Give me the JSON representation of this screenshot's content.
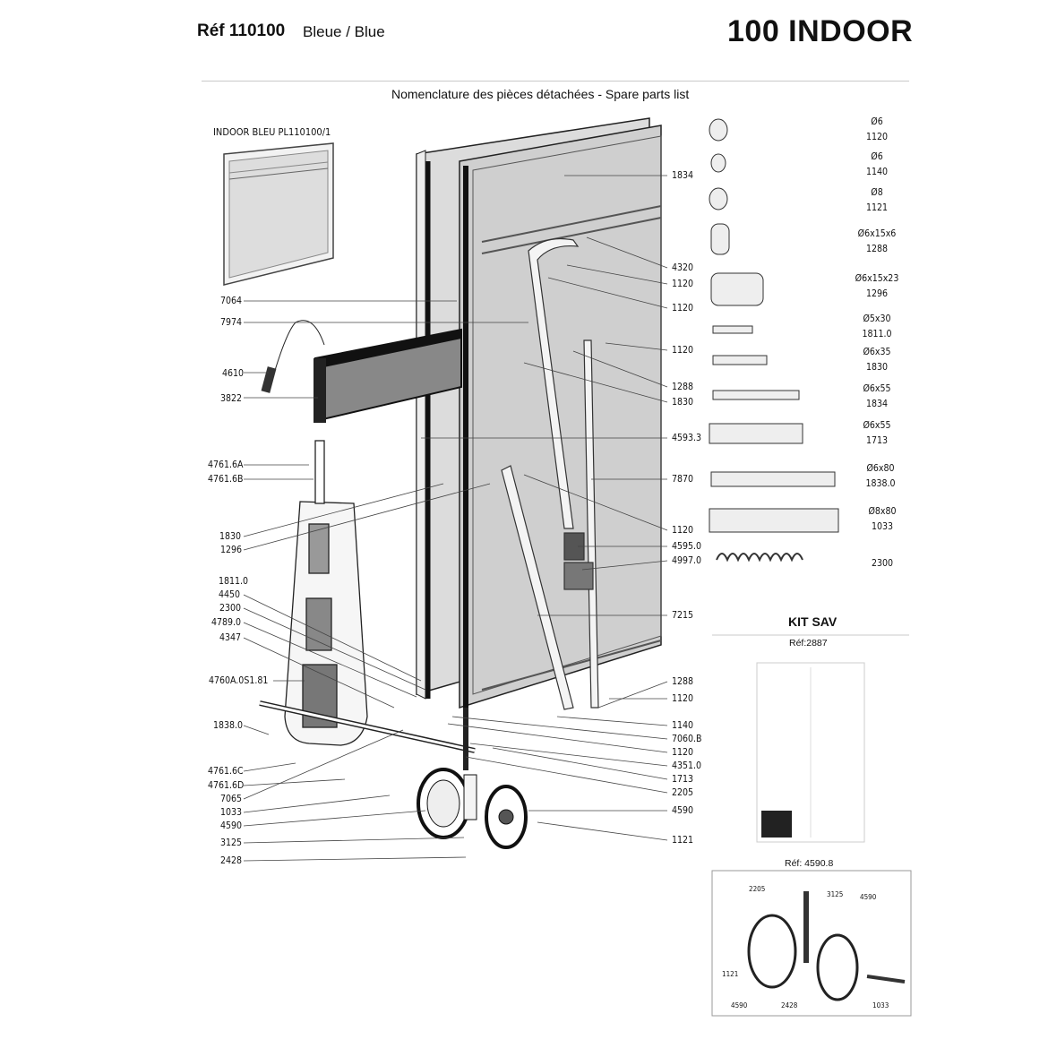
{
  "header": {
    "ref": "Réf 110100",
    "color": "Bleue / Blue",
    "title": "100 INDOOR",
    "subtitle": "Nomenclature des pièces détachées  -  Spare parts list"
  },
  "inset_title": "INDOOR  BLEU  PL110100/1",
  "left_labels": [
    "7064",
    "7974",
    "4610",
    "3822",
    "4761.6A",
    "4761.6B",
    "1830",
    "1296",
    "1811.0",
    "4450",
    "2300",
    "4789.0",
    "4347",
    "4760A.0S1.81",
    "1838.0",
    "4761.6C",
    "4761.6D",
    "7065",
    "1033",
    "4590",
    "3125",
    "2428"
  ],
  "right_labels": [
    "1834",
    "4320",
    "1120",
    "1120",
    "1120",
    "1288",
    "1830",
    "4593.3",
    "7870",
    "1120",
    "4595.0",
    "4997.0",
    "7215",
    "1288",
    "1120",
    "1140",
    "7060.B",
    "1120",
    "4351.0",
    "1713",
    "2205",
    "4590",
    "1121"
  ],
  "hardware": [
    {
      "size": "Ø6",
      "ref": "1120"
    },
    {
      "size": "Ø6",
      "ref": "1140"
    },
    {
      "size": "Ø8",
      "ref": "1121"
    },
    {
      "size": "Ø6x15x6",
      "ref": "1288"
    },
    {
      "size": "Ø6x15x23",
      "ref": "1296"
    },
    {
      "size": "Ø5x30",
      "ref": "1811.0"
    },
    {
      "size": "Ø6x35",
      "ref": "1830"
    },
    {
      "size": "Ø6x55",
      "ref": "1834"
    },
    {
      "size": "Ø6x55",
      "ref": "1713"
    },
    {
      "size": "Ø6x80",
      "ref": "1838.0"
    },
    {
      "size": "Ø8x80",
      "ref": "1033"
    },
    {
      "size": "",
      "ref": "2300"
    }
  ],
  "kit_sav": {
    "title": "KIT SAV",
    "ref": "Réf:2887"
  },
  "kit_wheel": {
    "ref": "Réf: 4590.8",
    "labels": [
      "2205",
      "3125",
      "4590",
      "1121",
      "4590",
      "2428",
      "1033"
    ]
  }
}
